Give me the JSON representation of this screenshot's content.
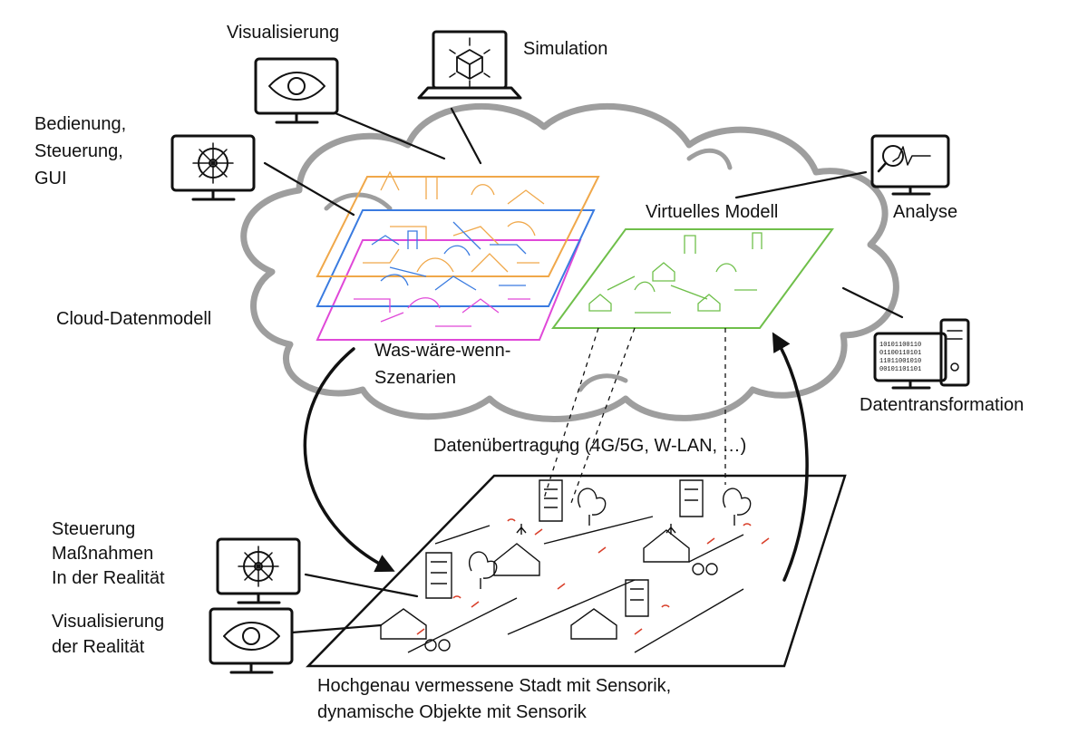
{
  "labels": {
    "visualisierung": "Visualisierung",
    "simulation": "Simulation",
    "bedienung_1": "Bedienung,",
    "bedienung_2": "Steuerung,",
    "bedienung_3": "GUI",
    "virtuelles_modell": "Virtuelles Modell",
    "analyse": "Analyse",
    "cloud_datenmodell": "Cloud-Datenmodell",
    "szenarien_1": "Was-wäre-wenn-",
    "szenarien_2": "Szenarien",
    "datentransformation": "Datentransformation",
    "datenuebertragung": "Datenübertragung (4G/5G, W-LAN, …)",
    "steuerung_real_1": "Steuerung",
    "steuerung_real_2": "Maßnahmen",
    "steuerung_real_3": "In der Realität",
    "visualisierung_real_1": "Visualisierung",
    "visualisierung_real_2": "der Realität",
    "stadt_1": "Hochgenau vermessene Stadt mit Sensorik,",
    "stadt_2": "dynamische Objekte mit Sensorik"
  },
  "icons": {
    "visualization_monitor": "eye-monitor-icon",
    "simulation_laptop": "cube-laptop-icon",
    "control_monitor": "helm-wheel-monitor-icon",
    "analysis_monitor": "waveform-monitor-icon",
    "data_transformation_pc": "binary-computer-icon"
  },
  "colors": {
    "ink": "#111111",
    "cloud": "#9e9e9e",
    "layer_orange": "#f0a84a",
    "layer_blue": "#3a7be0",
    "layer_magenta": "#e048d8",
    "layer_green": "#6fbf4a",
    "sensor_red": "#d9402b"
  }
}
